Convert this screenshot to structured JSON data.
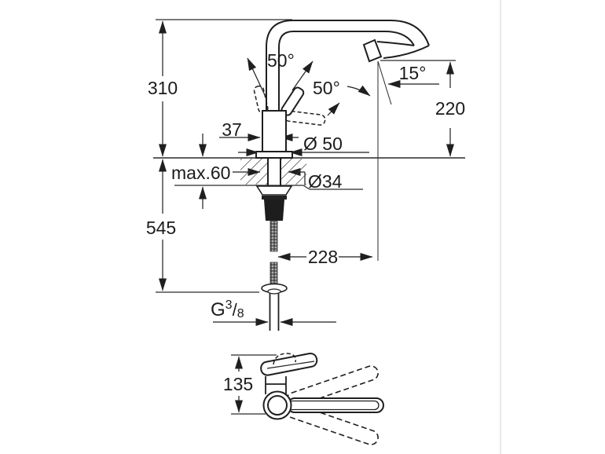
{
  "drawing": {
    "type": "technical-dimension-drawing",
    "subject": "single-lever kitchen faucet, front view with counter cross-section, flexible supply hose, and top view of swivel spout",
    "units": "mm",
    "colors": {
      "line": "#1f1f1f",
      "background": "#ffffff",
      "divider": "#e2e2e2",
      "hose_fill": "#6a6a6a",
      "nut_fill": "#1d1d1d"
    },
    "labels": {
      "spout_height": "310",
      "total_height": "545",
      "max_counter_thickness": "max.60",
      "body_offset": "37",
      "base_diameter": "Ø 50",
      "hole_diameter": "Ø34",
      "spout_reach": "228",
      "outlet_height": "220",
      "outlet_angle": "15°",
      "lever_angle_left": "50°",
      "lever_angle_right": "50°",
      "swivel_height": "135",
      "thread_prefix": "G",
      "thread_numerator": "3",
      "thread_slash": "/",
      "thread_denominator": "8"
    }
  }
}
